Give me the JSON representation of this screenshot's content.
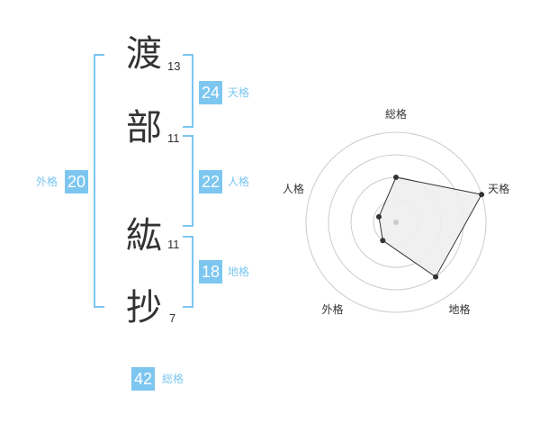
{
  "name": {
    "chars": [
      {
        "char": "渡",
        "strokes": "13"
      },
      {
        "char": "部",
        "strokes": "11"
      },
      {
        "char": "紘",
        "strokes": "11"
      },
      {
        "char": "抄",
        "strokes": "7"
      }
    ]
  },
  "kakusu": {
    "tenkaku": {
      "value": "24",
      "label": "天格"
    },
    "jinkaku": {
      "value": "22",
      "label": "人格"
    },
    "chikaku": {
      "value": "18",
      "label": "地格"
    },
    "gaikaku": {
      "value": "20",
      "label": "外格"
    },
    "soukaku": {
      "value": "42",
      "label": "総格"
    }
  },
  "colors": {
    "accent": "#7cc6f0",
    "text": "#333333",
    "polygon_fill": "#eeeeee"
  },
  "chart_data": {
    "type": "radar",
    "axes": [
      "総格",
      "天格",
      "地格",
      "外格",
      "人格"
    ],
    "values": [
      0.5,
      1.0,
      0.75,
      0.25,
      0.2
    ],
    "range": [
      0,
      1
    ],
    "rings": 4
  }
}
